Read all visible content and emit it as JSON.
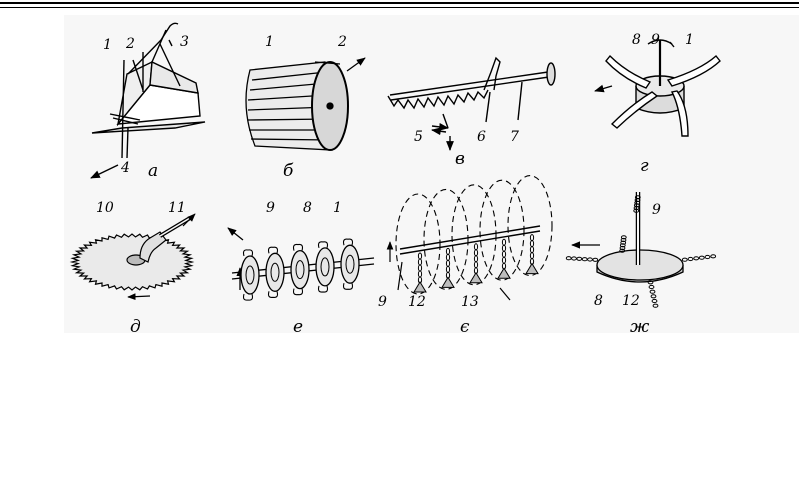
{
  "panels": [
    {
      "id": "a",
      "letter": "а",
      "labels": [
        "1",
        "2",
        "3",
        "4"
      ]
    },
    {
      "id": "b",
      "letter": "б",
      "labels": [
        "1",
        "2"
      ]
    },
    {
      "id": "v",
      "letter": "в",
      "labels": [
        "5",
        "6",
        "7"
      ]
    },
    {
      "id": "g",
      "letter": "г",
      "labels": [
        "8",
        "9",
        "1"
      ]
    },
    {
      "id": "d",
      "letter": "д",
      "labels": [
        "10",
        "11"
      ]
    },
    {
      "id": "e",
      "letter": "е",
      "labels": [
        "9",
        "8",
        "1"
      ]
    },
    {
      "id": "ye",
      "letter": "є",
      "labels": [
        "9",
        "12",
        "13"
      ]
    },
    {
      "id": "zh",
      "letter": "ж",
      "labels": [
        "9",
        "8",
        "12"
      ]
    }
  ]
}
